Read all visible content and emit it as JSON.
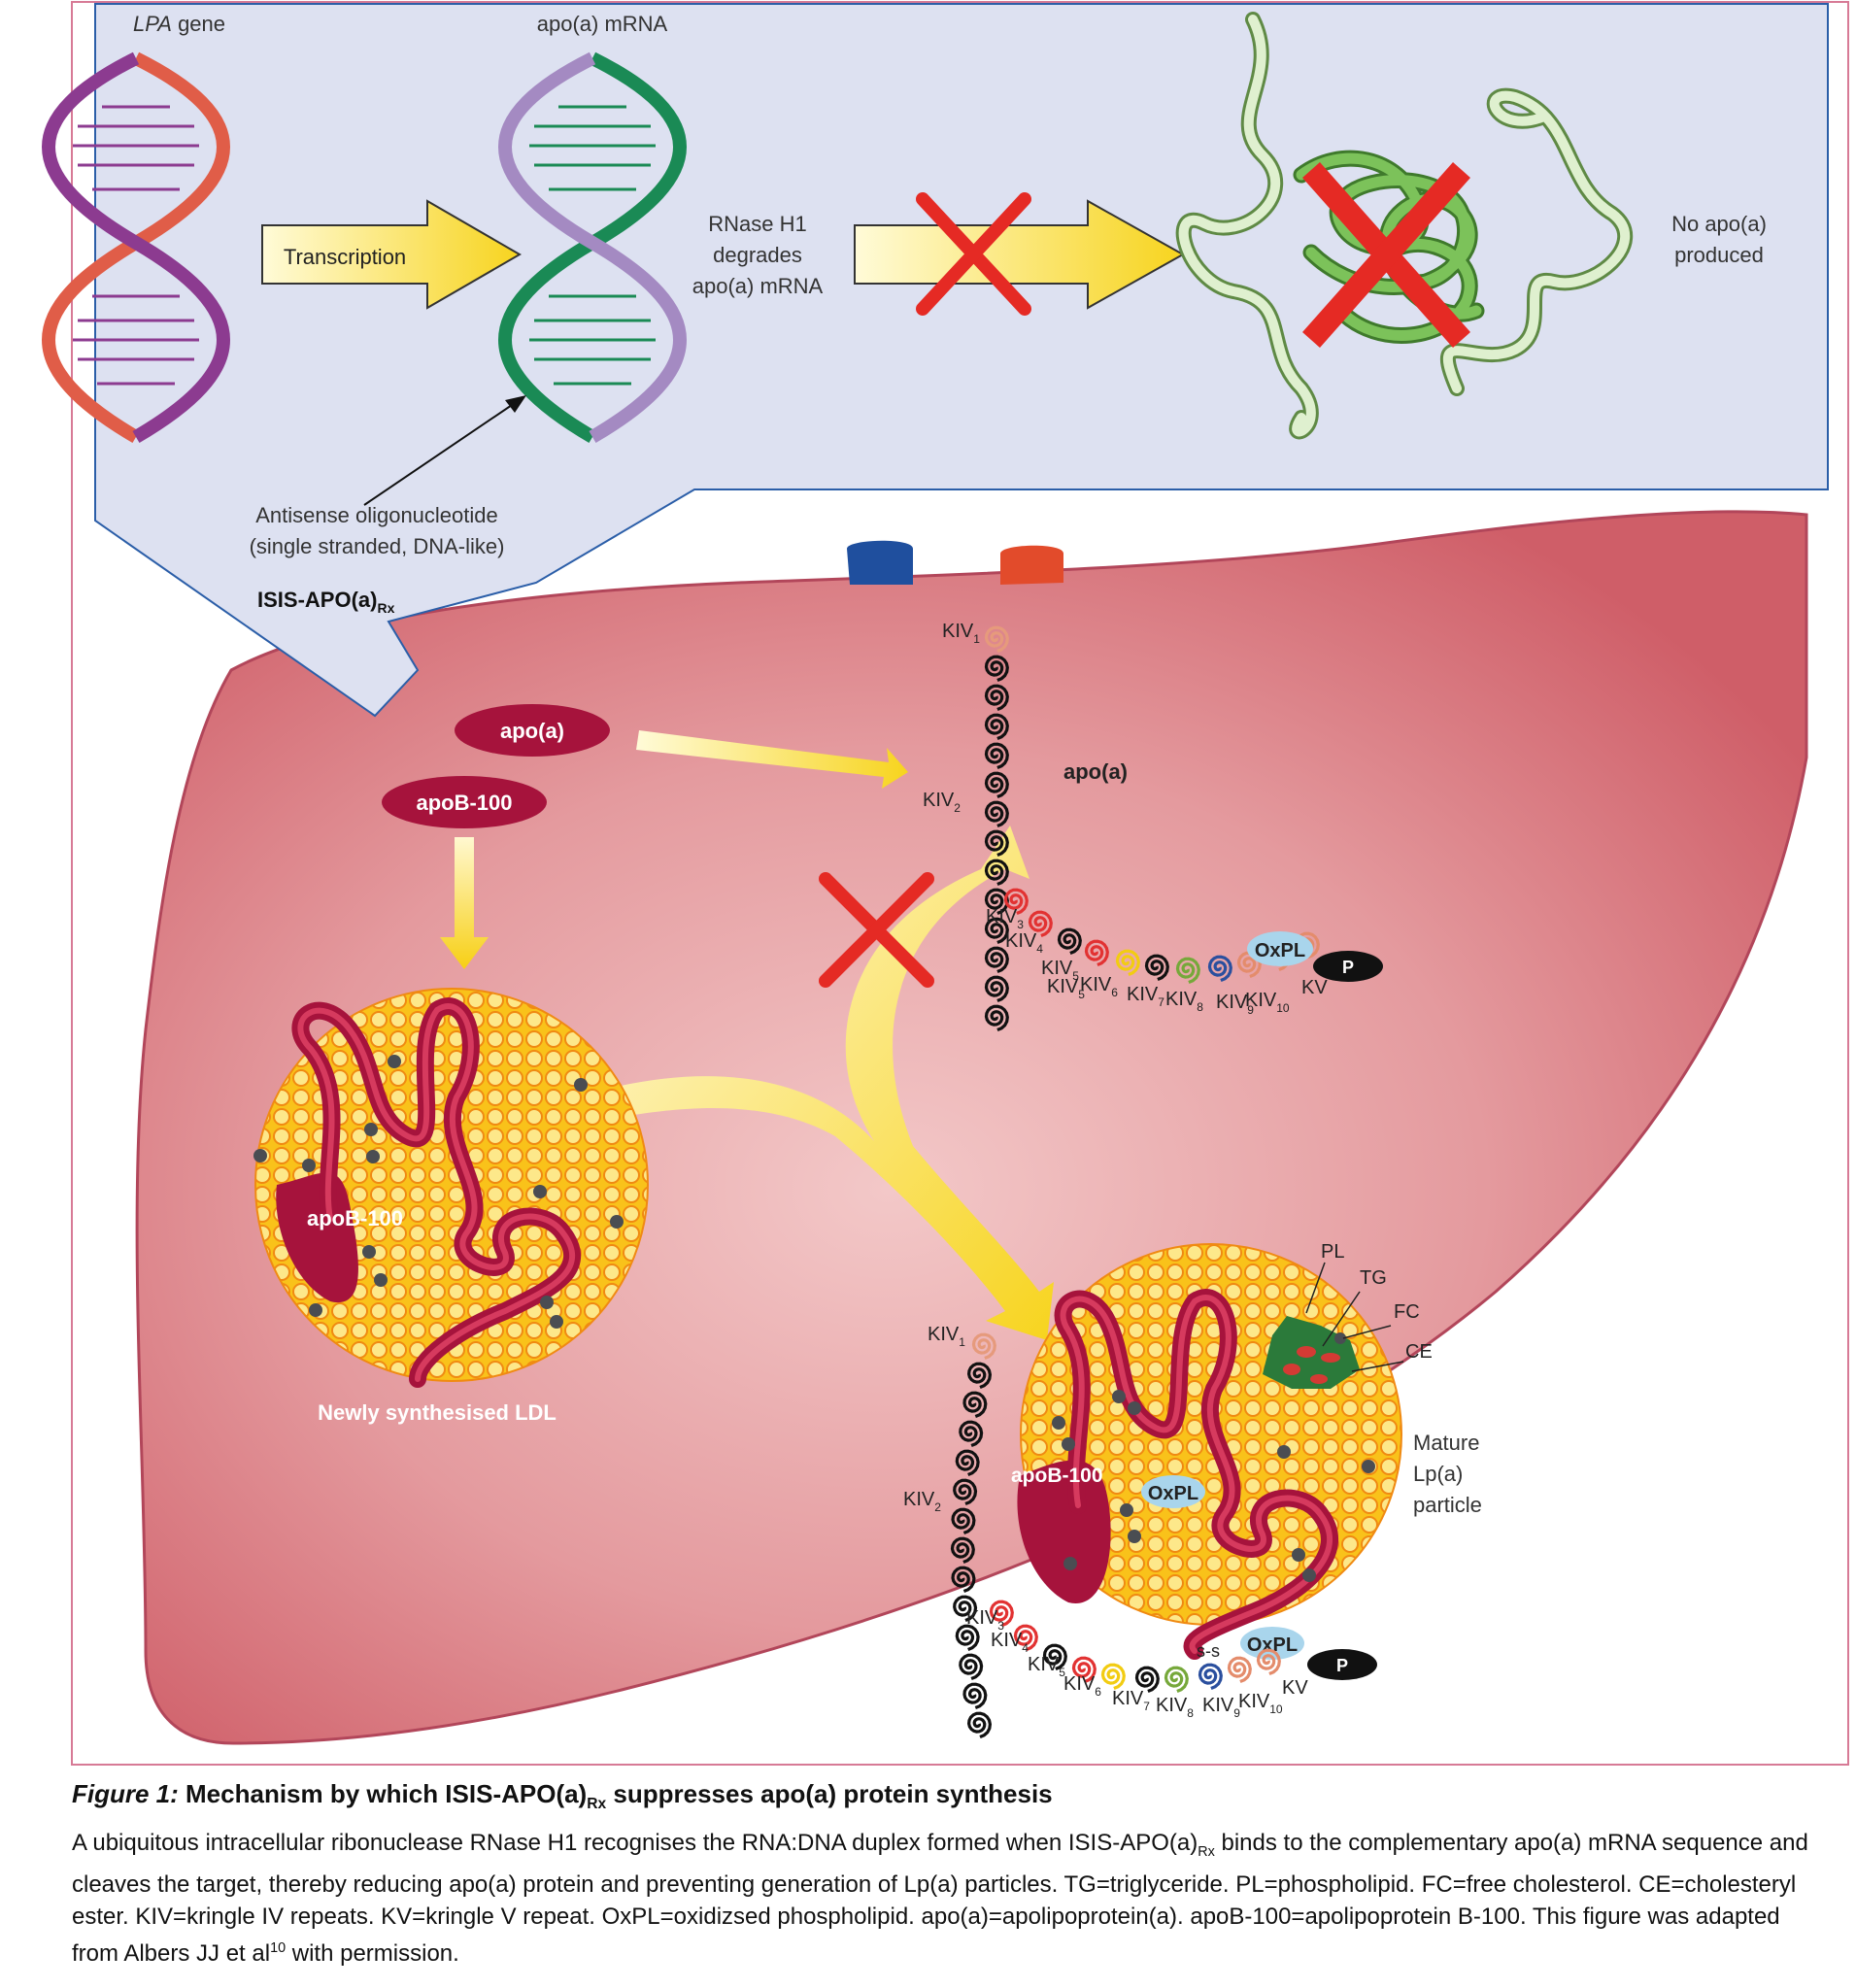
{
  "top_panel": {
    "gene_label": "LPA",
    "gene_suffix": " gene",
    "mrna_label": "apo(a) mRNA",
    "transcription_label": "Transcription",
    "rnase_lines": [
      "RNase H1",
      "degrades",
      "apo(a) mRNA"
    ],
    "no_apo_lines": [
      "No apo(a)",
      "produced"
    ],
    "antisense_lines": [
      "Antisense oligonucleotide",
      "(single stranded, DNA-like)"
    ],
    "drug_label": "ISIS-APO(a)",
    "drug_sub": "Rx"
  },
  "liver": {
    "apoa_pill": "apo(a)",
    "apob_pill": "apoB-100",
    "apoa_chain_label": "apo(a)",
    "ldl_label": "Newly synthesised LDL",
    "ldl_apob_label": "apoB-100",
    "kiv_prefix": "KIV",
    "kv_label": "KV",
    "oxpl_label": "OxPL",
    "p_label": "P",
    "s_s_label": "s-s"
  },
  "lpa_particle": {
    "apob_label": "apoB-100",
    "oxpl_label": "OxPL",
    "components": [
      "PL",
      "TG",
      "FC",
      "CE"
    ],
    "mature_lines": [
      "Mature",
      "Lp(a)",
      "particle"
    ]
  },
  "kringles": [
    "1",
    "2",
    "3",
    "4",
    "5",
    "6",
    "7",
    "8",
    "9",
    "10"
  ],
  "caption": {
    "fig_label": "Figure 1:",
    "title_text": " Mechanism by which ISIS-APO(a)",
    "title_sub": "Rx",
    "title_rest": " suppresses apo(a) protein synthesis",
    "body_1": "A ubiquitous intracellular ribonuclease RNase H1 recognises the RNA:DNA duplex formed when ISIS-APO(a)",
    "body_sub": "Rx",
    "body_2": " binds to the complementary apo(a) mRNA sequence and cleaves the target, thereby reducing apo(a) protein and preventing generation of Lp(a) particles. TG=triglyceride. PL=phospholipid. FC=free cholesterol. CE=cholesteryl ester. KIV=kringle IV repeats. KV=kringle V repeat. OxPL=oxidizsed phospholipid. apo(a)=apolipoprotein(a). apoB-100=apolipoprotein B-100. This figure was adapted from Albers JJ et al",
    "body_ref": "10",
    "body_3": " with permission."
  },
  "colors": {
    "panel_bg": "#dde1f1",
    "panel_border": "#2b5ea8",
    "liver": "#d46a73",
    "liver_dark": "#a8123a",
    "arrow_yellow": "#f7d41e",
    "cross_red": "#e52a24",
    "pill": "#a6133c",
    "oxpl": "#a9d5ec"
  }
}
